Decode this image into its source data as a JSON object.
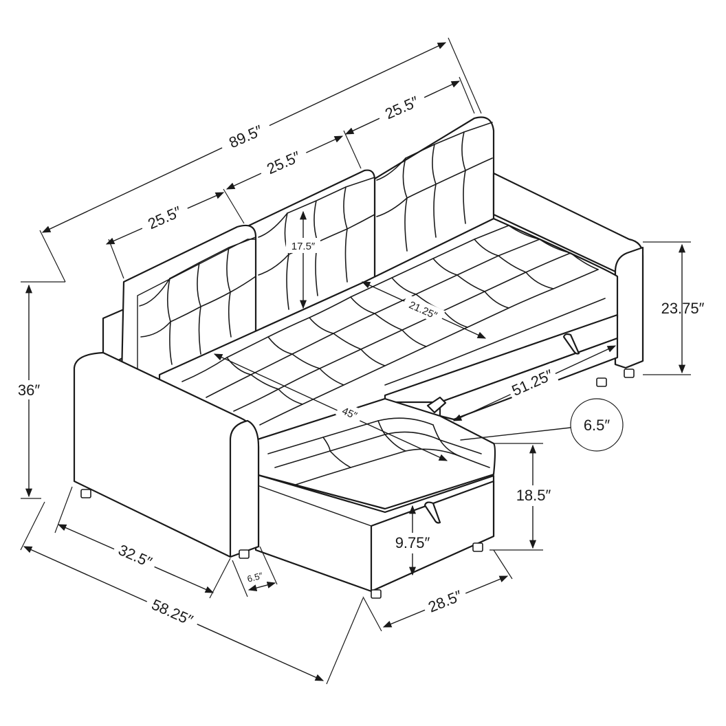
{
  "dimensions": {
    "overall_width": "89.5″",
    "cushion_left": "25.5″",
    "cushion_middle": "25.5″",
    "cushion_right": "25.5″",
    "back_cushion_height": "17.5″",
    "seat_depth": "21.25″",
    "total_height": "36″",
    "arm_height": "23.75″",
    "chaise_length": "45″",
    "storage_opening": "51.25″",
    "arm_width_callout": "6.5″",
    "seat_height": "18.5″",
    "storage_depth": "9.75″",
    "arm_depth": "32.5″",
    "leg_gap": "6.5″",
    "chaise_width": "28.5″",
    "overall_depth": "58.25″"
  }
}
